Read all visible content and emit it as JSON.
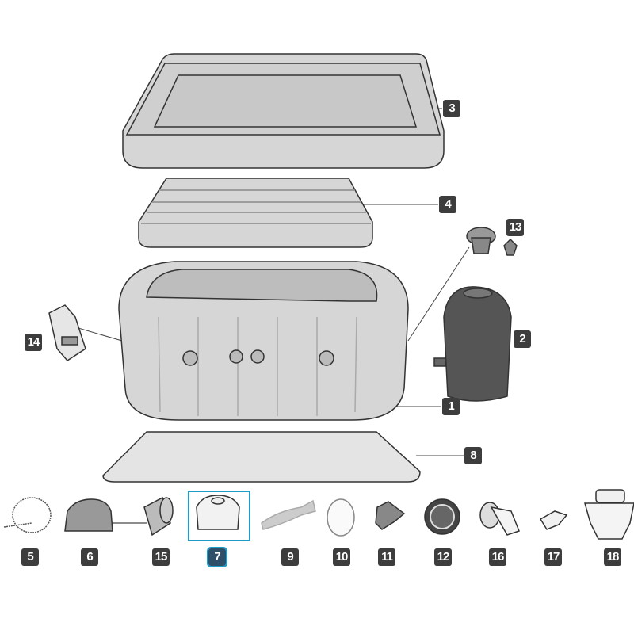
{
  "diagram": {
    "parts": [
      {
        "id": "p1",
        "number": "1"
      },
      {
        "id": "p2",
        "number": "2"
      },
      {
        "id": "p3",
        "number": "3"
      },
      {
        "id": "p4",
        "number": "4"
      },
      {
        "id": "p5",
        "number": "5"
      },
      {
        "id": "p6",
        "number": "6"
      },
      {
        "id": "p7",
        "number": "7"
      },
      {
        "id": "p8",
        "number": "8"
      },
      {
        "id": "p9",
        "number": "9"
      },
      {
        "id": "p10",
        "number": "10"
      },
      {
        "id": "p11",
        "number": "11"
      },
      {
        "id": "p12",
        "number": "12"
      },
      {
        "id": "p13",
        "number": "13"
      },
      {
        "id": "p14",
        "number": "14"
      },
      {
        "id": "p15",
        "number": "15"
      },
      {
        "id": "p16",
        "number": "16"
      },
      {
        "id": "p17",
        "number": "17"
      },
      {
        "id": "p18",
        "number": "18"
      }
    ],
    "selected_part": "7",
    "colors": {
      "label_bg": "#3d3d3d",
      "selection": "#1e9cc8",
      "part_fill": "#d4d4d4",
      "outline": "#333333"
    }
  }
}
